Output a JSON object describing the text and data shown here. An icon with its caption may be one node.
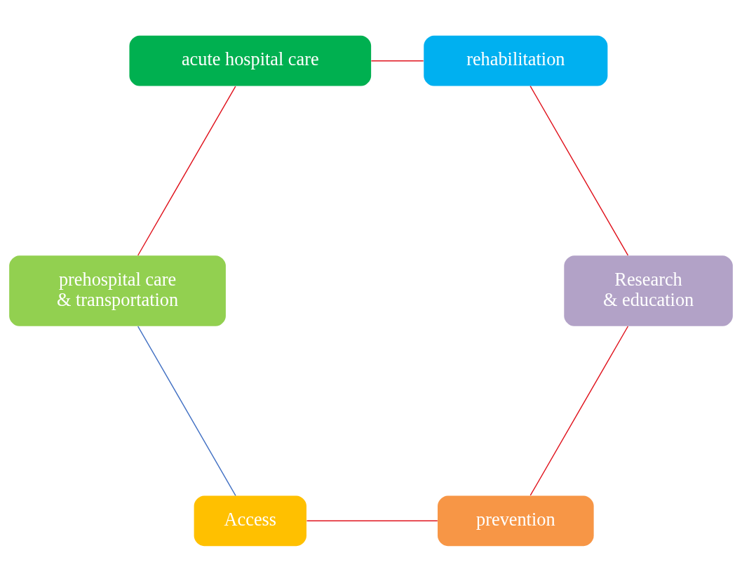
{
  "diagram": {
    "nodes": [
      {
        "text": [
          "prevention"
        ]
      },
      {
        "text": [
          "Access"
        ]
      },
      {
        "text": [
          "prehospital care & transportation"
        ]
      },
      {
        "text": [
          "acute hospital care"
        ]
      },
      {
        "text": [
          "rehabilitation"
        ]
      },
      {
        "text": [
          "Research & education"
        ]
      }
    ],
    "edges": [
      {
        "from": 0,
        "to": 1,
        "arrow": "none"
      },
      {
        "from": 1,
        "to": 2,
        "arrow": "none",
        "color": "#4472c4"
      },
      {
        "from": 2,
        "to": 3,
        "arrow": "none"
      },
      {
        "from": 3,
        "to": 4,
        "arrow": "none"
      },
      {
        "from": 4,
        "to": 5,
        "arrow": "none"
      },
      {
        "from": 5,
        "to": 0,
        "arrow": "none"
      }
    ]
  }
}
